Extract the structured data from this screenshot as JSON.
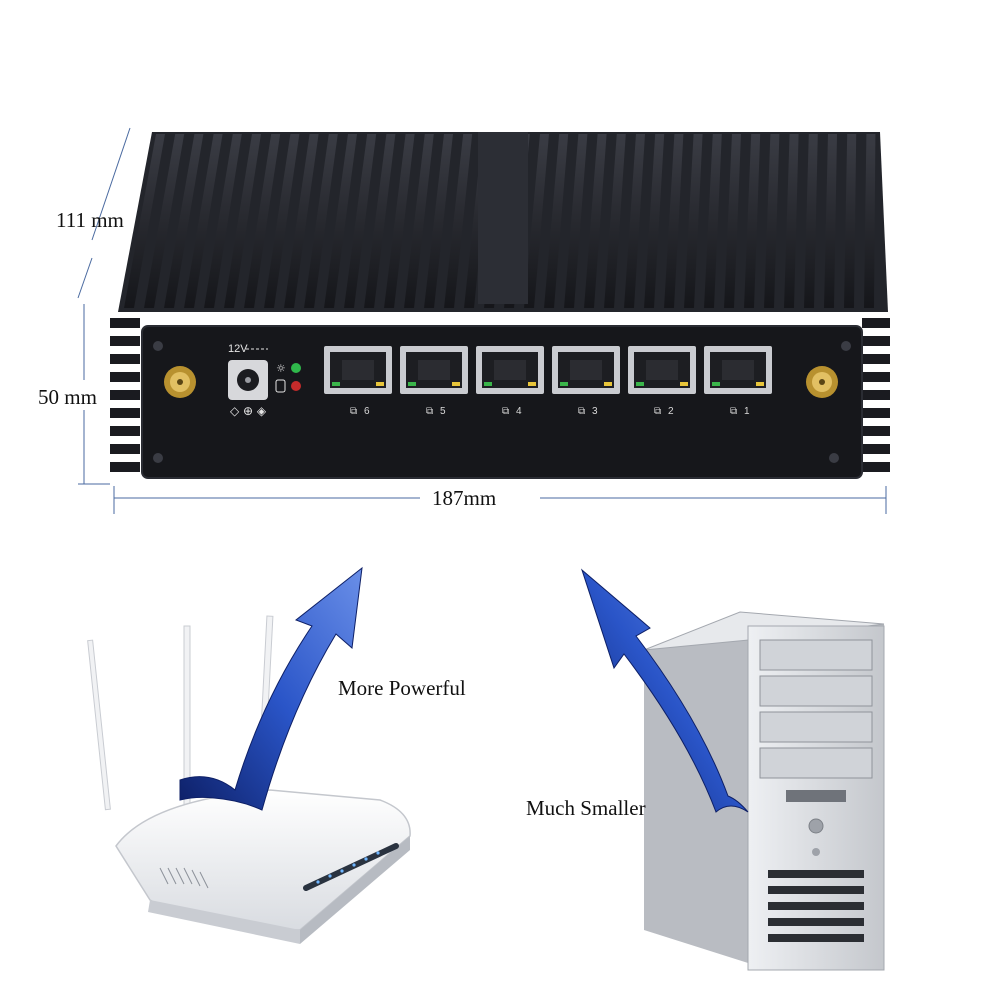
{
  "dimensions": {
    "depth": "111 mm",
    "height": "50 mm",
    "width": "187mm"
  },
  "ports": {
    "power_label": "12V",
    "lan_labels": [
      "6",
      "5",
      "4",
      "3",
      "2",
      "1"
    ]
  },
  "comparisons": {
    "left": "More Powerful",
    "right": "Much Smaller"
  },
  "icons": [
    "antenna-connector-icon",
    "power-jack-icon",
    "led-icon",
    "rj45-port-icon",
    "network-icon",
    "router-icon",
    "pc-tower-icon",
    "arrow-up-icon"
  ],
  "colors": {
    "chassis": "#1c1d22",
    "arrow": "#1f3fa0",
    "pc_case": "#d4d6da"
  }
}
